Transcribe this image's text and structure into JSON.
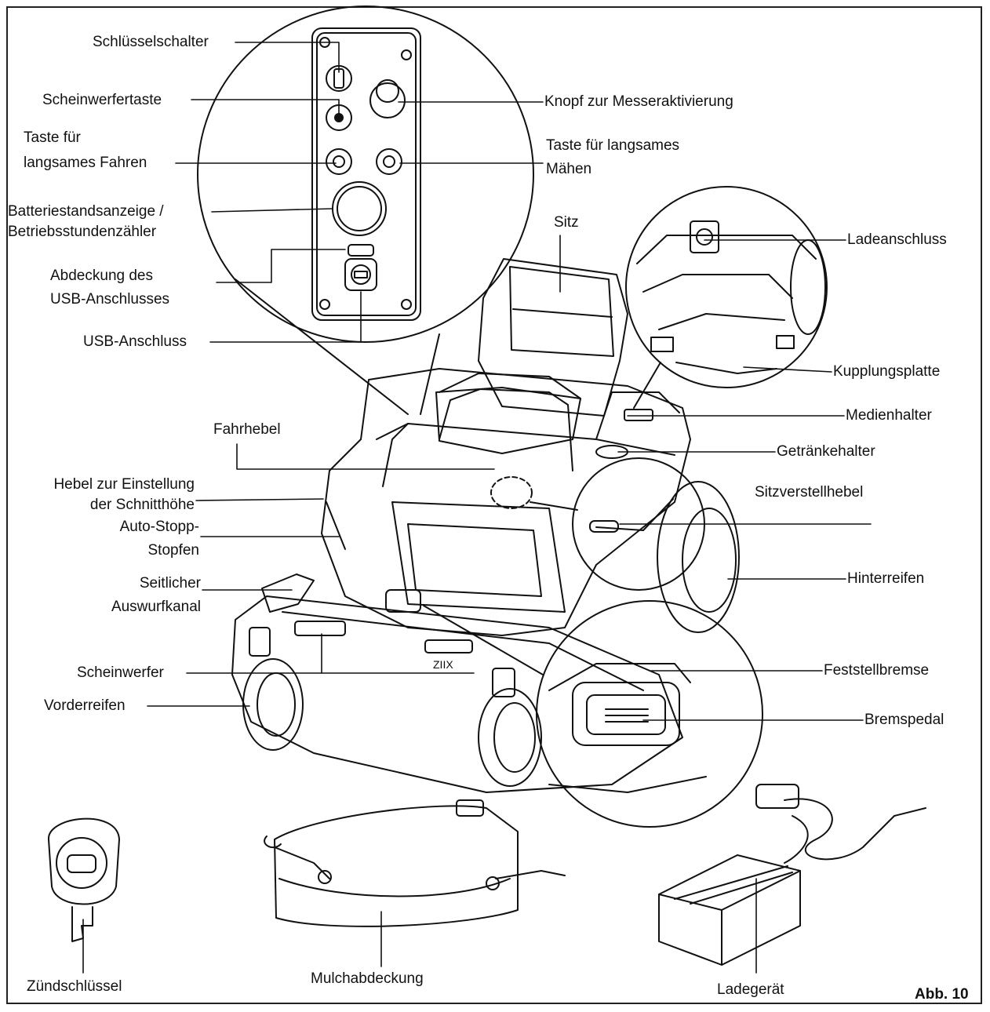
{
  "labels": {
    "schluesselschalter": "Schlüsselschalter",
    "scheinwerfertaste": "Scheinwerfertaste",
    "taste_fahren_1": "Taste für",
    "taste_fahren_2": "langsames Fahren",
    "batterie_1": "Batteriestandsanzeige /",
    "batterie_2": "Betriebsstundenzähler",
    "abdeckung_usb_1": "Abdeckung des",
    "abdeckung_usb_2": "USB-Anschlusses",
    "usb_anschluss": "USB-Anschluss",
    "knopf_messer": "Knopf zur Messeraktivierung",
    "taste_maehen_1": "Taste für langsames",
    "taste_maehen_2": "Mähen",
    "sitz": "Sitz",
    "ladeanschluss": "Ladeanschluss",
    "kupplungsplatte": "Kupplungsplatte",
    "medienhalter": "Medienhalter",
    "getraenkehalter": "Getränkehalter",
    "fahrhebel": "Fahrhebel",
    "sitzverstellhebel": "Sitzverstellhebel",
    "hebel_schnitthoehe_1": "Hebel zur Einstellung",
    "hebel_schnitthoehe_2": "der Schnitthöhe",
    "auto_stopp_1": "Auto-Stopp-",
    "auto_stopp_2": "Stopfen",
    "auswurf_1": "Seitlicher",
    "auswurf_2": "Auswurfkanal",
    "hinterreifen": "Hinterreifen",
    "scheinwerfer": "Scheinwerfer",
    "feststellbremse": "Feststellbremse",
    "vorderreifen": "Vorderreifen",
    "bremspedal": "Bremspedal",
    "zuendschluessel": "Zündschlüssel",
    "mulchabdeckung": "Mulchabdeckung",
    "ladegeraet": "Ladegerät",
    "figure_number": "Abb. 10"
  },
  "decal_text": "ZIIX"
}
